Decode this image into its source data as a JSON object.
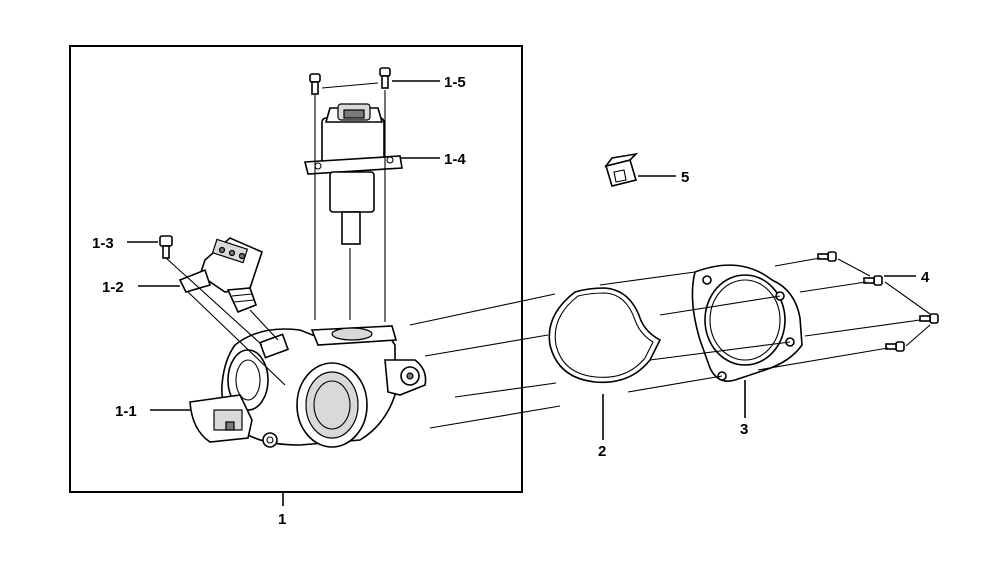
{
  "callouts": {
    "assembly": "1",
    "sensor_connector": "1-1",
    "map_sensor": "1-2",
    "map_screw": "1-3",
    "iac_valve": "1-4",
    "iac_screw": "1-5",
    "o_ring": "2",
    "gasket": "3",
    "bolts": "4",
    "clip": "5"
  },
  "colors": {
    "line": "#000000",
    "background": "#ffffff"
  }
}
